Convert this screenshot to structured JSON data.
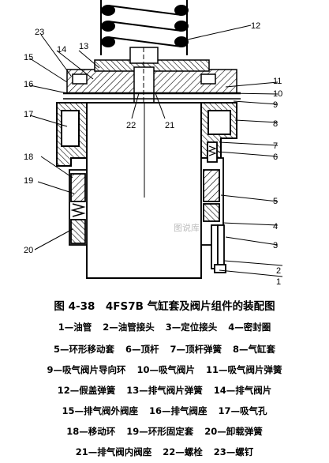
{
  "figure": {
    "watermark": "图说库"
  },
  "callouts": [
    "1",
    "2",
    "3",
    "4",
    "5",
    "6",
    "7",
    "8",
    "9",
    "10",
    "11",
    "12",
    "13",
    "14",
    "15",
    "16",
    "17",
    "18",
    "19",
    "20",
    "21",
    "22",
    "23"
  ],
  "caption": {
    "title": "图 4-38　4FS7B 气缸套及阀片组件的装配图",
    "legend": [
      [
        "1—油管",
        "2—油管接头",
        "3—定位接头",
        "4—密封圈"
      ],
      [
        "5—环形移动套",
        "6—顶杆",
        "7—顶杆弹簧",
        "8—气缸套"
      ],
      [
        "9—吸气阀片导向环",
        "10—吸气阀片",
        "11—吸气阀片弹簧"
      ],
      [
        "12—假盖弹簧",
        "13—排气阀片弹簧",
        "14—排气阀片"
      ],
      [
        "15—排气阀外阀座",
        "16—排气阀座",
        "17—吸气孔"
      ],
      [
        "18—移动环",
        "19—环形固定套",
        "20—卸载弹簧"
      ],
      [
        "21—排气阀内阀座",
        "22—螺栓",
        "23—螺钉"
      ]
    ]
  }
}
